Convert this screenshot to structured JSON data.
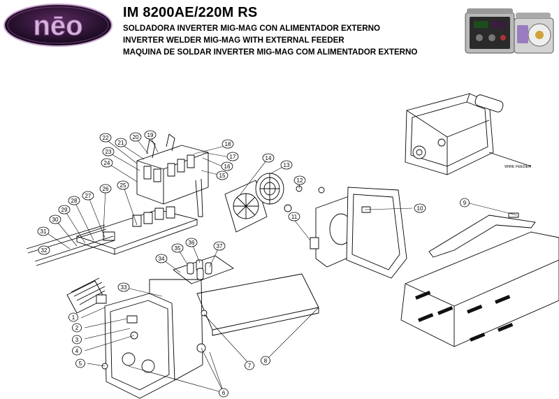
{
  "brand": {
    "logo_text": "nēo"
  },
  "header": {
    "model": "IM 8200AE/220M RS",
    "subtitle_es": "SOLDADORA INVERTER MIG-MAG CON ALIMENTADOR EXTERNO",
    "subtitle_en": "INVERTER WELDER MIG-MAG WITH EXTERNAL FEEDER",
    "subtitle_pt": "MAQUINA DE SOLDAR INVERTER MIG-MAG COM ALIMENTADOR EXTERNO"
  },
  "diagram": {
    "feeder_label": "WIRE FEEDER",
    "callouts": [
      {
        "label": "1"
      },
      {
        "label": "2"
      },
      {
        "label": "3"
      },
      {
        "label": "4"
      },
      {
        "label": "5"
      },
      {
        "label": "6"
      },
      {
        "label": "7"
      },
      {
        "label": "8"
      },
      {
        "label": "9"
      },
      {
        "label": "10"
      },
      {
        "label": "11"
      },
      {
        "label": "12"
      },
      {
        "label": "13"
      },
      {
        "label": "14"
      },
      {
        "label": "15"
      },
      {
        "label": "16"
      },
      {
        "label": "17"
      },
      {
        "label": "18"
      },
      {
        "label": "19"
      },
      {
        "label": "20"
      },
      {
        "label": "21"
      },
      {
        "label": "22"
      },
      {
        "label": "23"
      },
      {
        "label": "24"
      },
      {
        "label": "25"
      },
      {
        "label": "26"
      },
      {
        "label": "27"
      },
      {
        "label": "28"
      },
      {
        "label": "29"
      },
      {
        "label": "30"
      },
      {
        "label": "31"
      },
      {
        "label": "32"
      },
      {
        "label": "33"
      },
      {
        "label": "34"
      },
      {
        "label": "35"
      },
      {
        "label": "36"
      },
      {
        "label": "37"
      }
    ]
  }
}
